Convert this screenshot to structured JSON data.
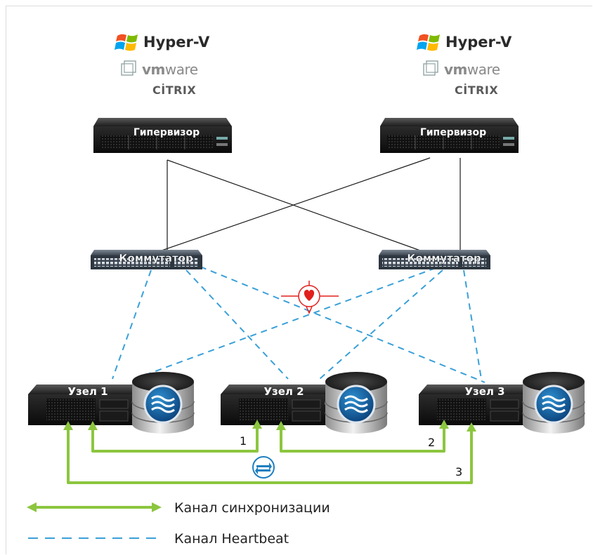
{
  "vendors": {
    "hyperv": "Hyper-V",
    "vmware_bold": "vm",
    "vmware_rest": "ware",
    "citrix": "CİTRIX"
  },
  "hypervisors": [
    "Гипервизор",
    "Гипервизор"
  ],
  "switches": [
    "Коммутатор",
    "Коммутатор"
  ],
  "nodes": [
    "Узел 1",
    "Узел 2",
    "Узел 3"
  ],
  "sync_numbers": [
    "1",
    "2",
    "3"
  ],
  "legend": {
    "sync": "Канал синхронизации",
    "heartbeat": "Канал Heartbeat"
  },
  "colors": {
    "sync_line": "#8cc63f",
    "heartbeat_line": "#3aa0d8",
    "network_line": "#1a1a1a",
    "heart": "#e0201c"
  }
}
